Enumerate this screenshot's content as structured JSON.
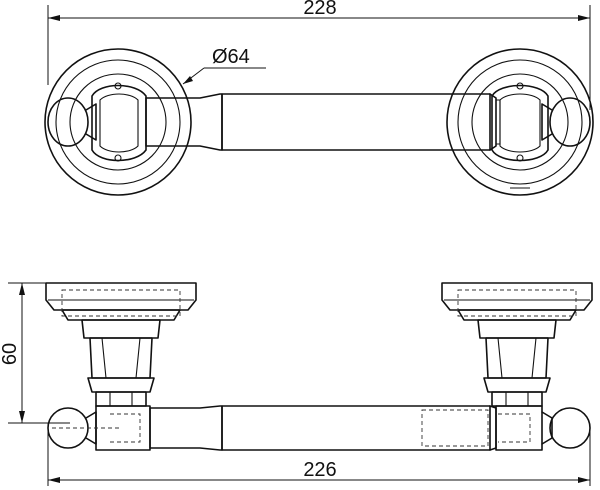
{
  "dimensions": {
    "top_overall_width": "228",
    "rosette_diameter": "Ø64",
    "height": "60",
    "bottom_overall_width": "226"
  }
}
